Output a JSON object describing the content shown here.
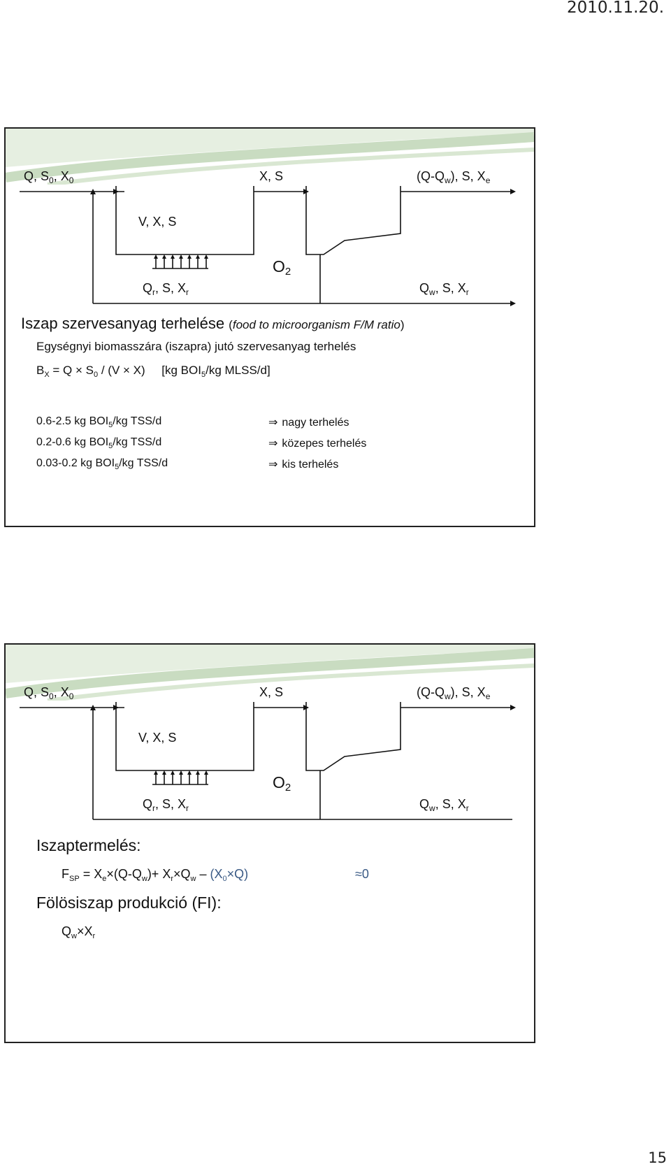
{
  "header": {
    "date": "2010.11.20.",
    "page_number": "15"
  },
  "colors": {
    "border": "#222222",
    "deco_green": "#c9dcc1",
    "deco_light": "#e6efe1",
    "blue_term": "#3a5a85"
  },
  "diagram": {
    "inflow": {
      "t1": "Q, S",
      "s1": "0",
      "t2": ", X",
      "s2": "0"
    },
    "mid": "X, S",
    "outflow": {
      "t1": "(Q-Q",
      "s1": "w",
      "t2": "), S, X",
      "s2": "e"
    },
    "tank": "V, X, S",
    "oxygen": {
      "t": "O",
      "s": "2"
    },
    "recycle": {
      "t1": "Q",
      "s1": "r",
      "t2": ", S, X",
      "s2": "r"
    },
    "waste": {
      "t1": "Q",
      "s1": "w",
      "t2": ", S, X",
      "s2": "r"
    }
  },
  "slide1": {
    "title_main": "Iszap szervesanyag terhelése ",
    "title_paren_open": "(",
    "title_italic": "food to microorganism F/M ratio",
    "title_paren_close": ")",
    "subtitle": "Egységnyi biomasszára (iszapra) jutó szervesanyag terhelés",
    "formula": {
      "a": "B",
      "a_sub": "X",
      "b": " = Q × S",
      "b_sub": "0",
      "c": " / (V × X)     [kg BOI",
      "c_sub": "5",
      "d": "/kg MLSS/d]"
    },
    "rows": [
      {
        "range": "0.6-2.5 kg BOI",
        "sub": "5",
        "unit": "/kg TSS/d",
        "arrow": "⇒",
        "result": "nagy terhelés"
      },
      {
        "range": "0.2-0.6 kg BOI",
        "sub": "5",
        "unit": "/kg TSS/d",
        "arrow": "⇒",
        "result": "közepes terhelés"
      },
      {
        "range": "0.03-0.2 kg BOI",
        "sub": "5",
        "unit": "/kg TSS/d",
        "arrow": "⇒",
        "result": "kis terhelés"
      }
    ]
  },
  "slide2": {
    "heading1": "Iszaptermelés:",
    "formula": {
      "a": "F",
      "a_sub": "SP",
      "b": " = X",
      "b_sub": "e",
      "c": "×(Q-Q",
      "c_sub": "w",
      "d": ")+ X",
      "d_sub": "r",
      "e": "×Q",
      "e_sub": "w",
      "f": " – ",
      "g": "(X",
      "g_sub": "0",
      "h": "×Q)",
      "approx": "≈0"
    },
    "heading2": "Fölösiszap produkció (FI):",
    "formula2": {
      "a": "Q",
      "a_sub": "w",
      "b": "×X",
      "b_sub": "r"
    }
  }
}
